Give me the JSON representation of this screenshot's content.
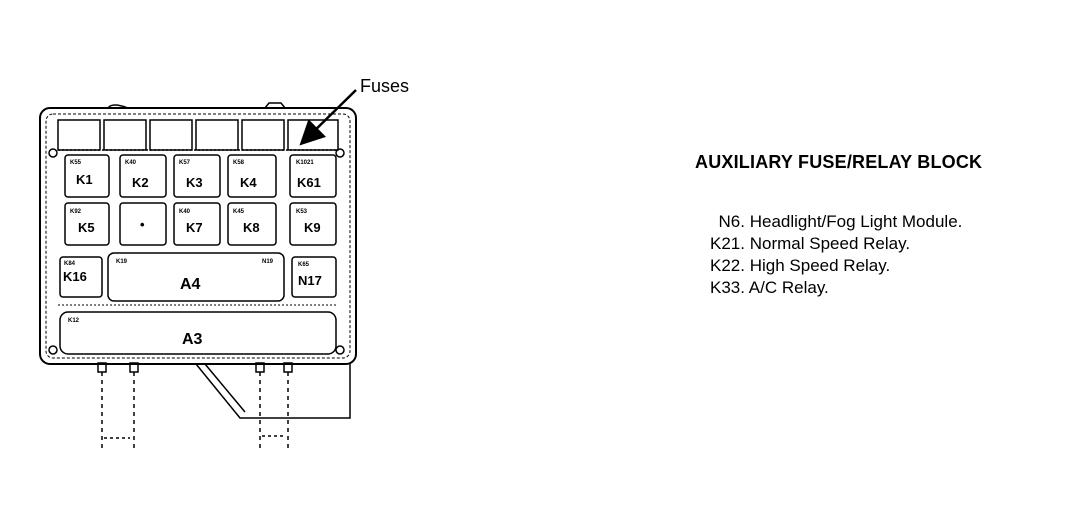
{
  "diagram": {
    "callout": "Fuses",
    "title": "AUXILIARY FUSE/RELAY BLOCK",
    "relays": [
      {
        "id": "k1",
        "label": "K1",
        "sub": "K55"
      },
      {
        "id": "k2",
        "label": "K2",
        "sub": "K40"
      },
      {
        "id": "k3",
        "label": "K3",
        "sub": "K57"
      },
      {
        "id": "k4",
        "label": "K4",
        "sub": "K58"
      },
      {
        "id": "k61",
        "label": "K61",
        "sub": "K1021"
      },
      {
        "id": "k5",
        "label": "K5",
        "sub": "K92"
      },
      {
        "id": "k6",
        "label": "•",
        "sub": ""
      },
      {
        "id": "k7",
        "label": "K7",
        "sub": "K40"
      },
      {
        "id": "k8",
        "label": "K8",
        "sub": "K45"
      },
      {
        "id": "k9",
        "label": "K9",
        "sub": "K53"
      },
      {
        "id": "k16",
        "label": "K16",
        "sub": "K84"
      },
      {
        "id": "n17",
        "label": "N17",
        "sub": "K65"
      }
    ],
    "modules": [
      {
        "id": "a4",
        "label": "A4",
        "sub_left": "K19",
        "sub_right": "N19"
      },
      {
        "id": "a3",
        "label": "A3",
        "sub_left": "K12"
      }
    ],
    "legend": [
      {
        "code": "N6.",
        "text": "Headlight/Fog Light Module."
      },
      {
        "code": "K21.",
        "text": "Normal Speed Relay."
      },
      {
        "code": "K22.",
        "text": "High Speed Relay."
      },
      {
        "code": "K33.",
        "text": "A/C Relay."
      }
    ]
  }
}
